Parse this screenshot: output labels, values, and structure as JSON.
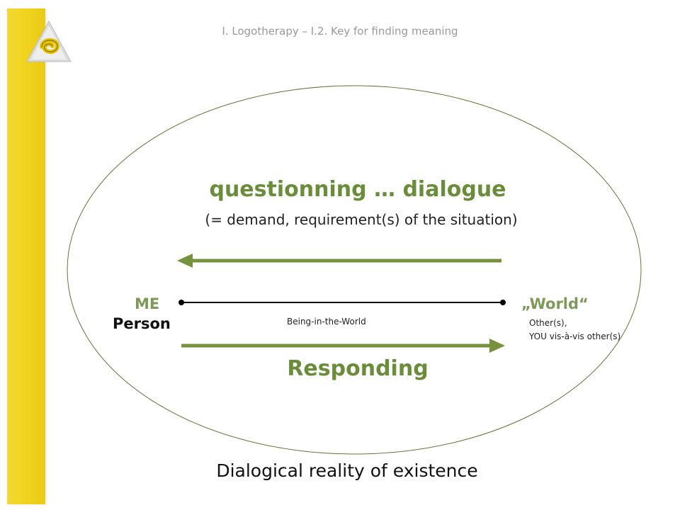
{
  "header": {
    "title": "I. Logotherapy – I.2. Key for finding meaning"
  },
  "diagram": {
    "top_title": "questionning … dialogue",
    "subtitle": "(= demand, requirement(s) of the situation)",
    "left_node": {
      "label": "ME",
      "sublabel": "Person"
    },
    "right_node": {
      "label": "„World“",
      "sublabel_lines": [
        "Other(s),",
        "YOU vis-à-vis other(s)"
      ]
    },
    "connector_label": "Being-in-the-World",
    "bottom_title": "Responding",
    "footer": "Dialogical reality of existence"
  },
  "colors": {
    "accent_green": "#6a8d3a",
    "label_green": "#7e9a5a",
    "side_bar_yellow": "#f1d420",
    "ellipse_outline": "#6e6f3a"
  },
  "icons": {
    "logo": "spiral-e-triangle-logo-icon"
  }
}
